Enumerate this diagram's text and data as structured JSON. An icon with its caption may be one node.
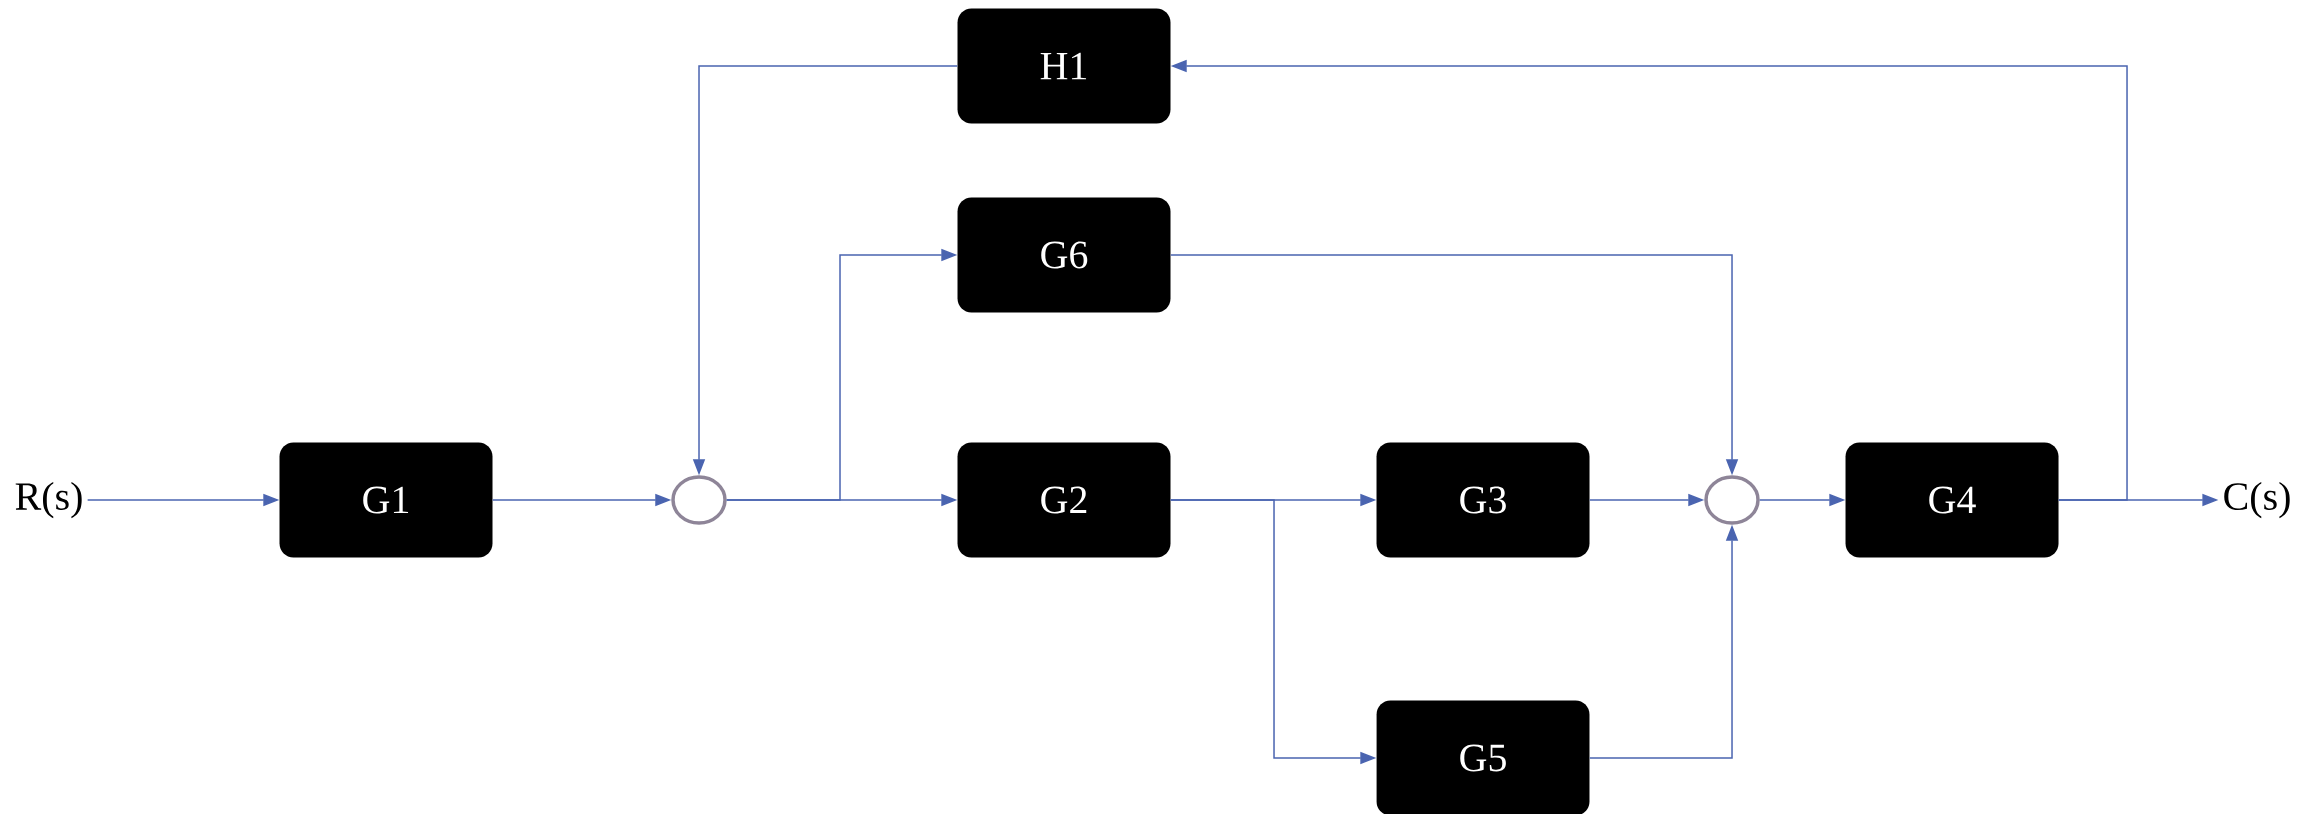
{
  "diagram": {
    "nodes": [
      {
        "text": [
          "R(s)"
        ]
      },
      {
        "text": [
          "G1"
        ]
      },
      {
        "text": [],
        "shape": "circle"
      },
      {
        "text": [
          "H1"
        ]
      },
      {
        "text": [
          "G6"
        ]
      },
      {
        "text": [
          "G2"
        ]
      },
      {
        "text": [
          "G3"
        ]
      },
      {
        "text": [],
        "shape": "circle"
      },
      {
        "text": [
          "G5"
        ]
      },
      {
        "text": [
          "G4"
        ]
      },
      {
        "text": [
          "C(s)"
        ]
      }
    ],
    "edges": [
      {
        "from": 0,
        "to": 1,
        "arrow": "to"
      },
      {
        "from": 1,
        "to": 2,
        "arrow": "to"
      },
      {
        "from": 2,
        "to": 5,
        "arrow": "to"
      },
      {
        "from": 2,
        "to": 4,
        "arrow": "to"
      },
      {
        "from": 4,
        "to": 7,
        "arrow": "to"
      },
      {
        "from": 5,
        "to": 6,
        "arrow": "to"
      },
      {
        "from": 5,
        "to": 8,
        "arrow": "to"
      },
      {
        "from": 6,
        "to": 7,
        "arrow": "to"
      },
      {
        "from": 8,
        "to": 7,
        "arrow": "to"
      },
      {
        "from": 7,
        "to": 9,
        "arrow": "to"
      },
      {
        "from": 9,
        "to": 10,
        "arrow": "to"
      },
      {
        "from": 9,
        "to": 3,
        "arrow": "to"
      },
      {
        "from": 3,
        "to": 2,
        "arrow": "to"
      }
    ]
  }
}
